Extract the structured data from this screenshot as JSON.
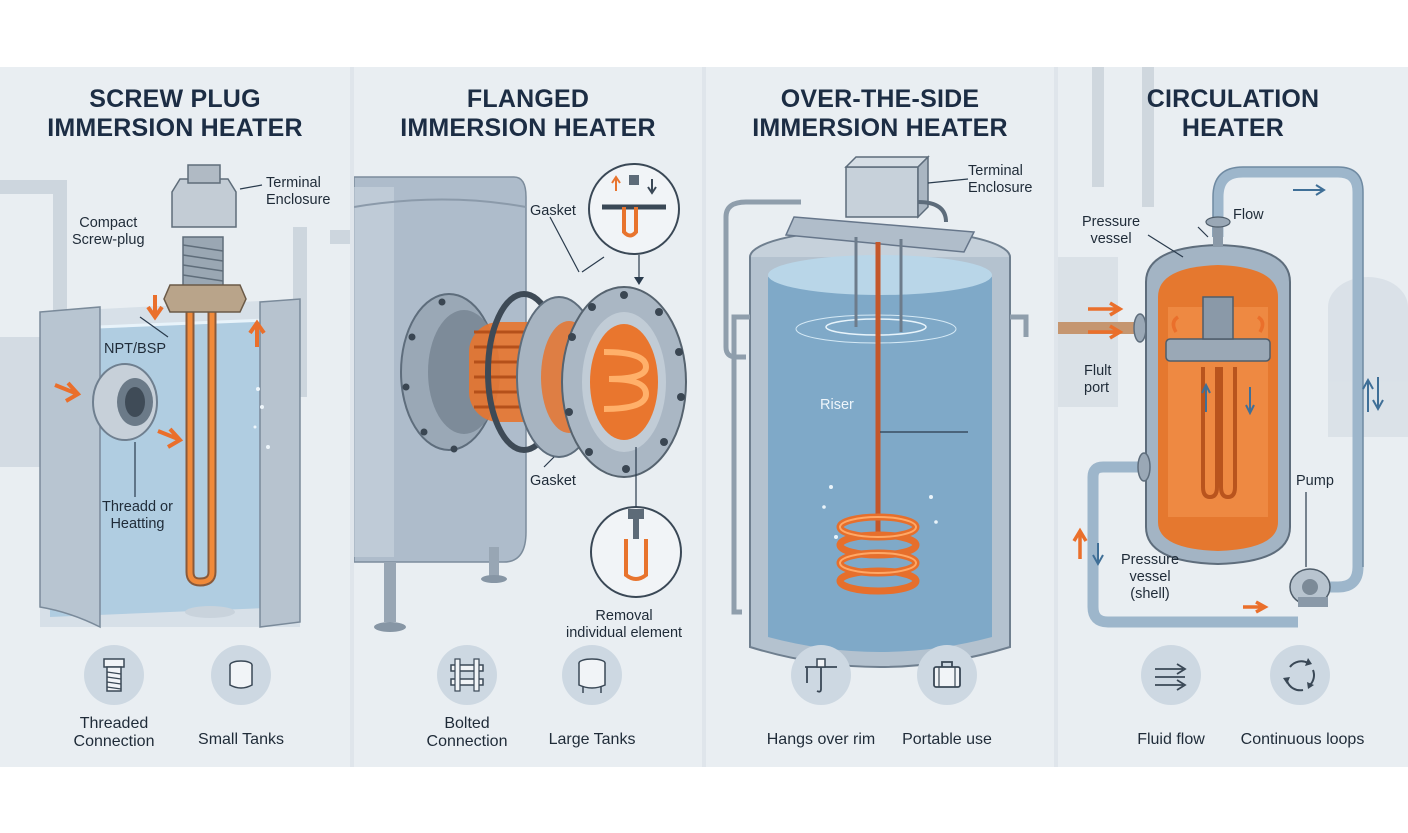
{
  "panels": [
    {
      "title": [
        "SCREW PLUG",
        "IMMERSION HEATER"
      ],
      "labels": {
        "terminal": [
          "Terminal",
          "Enclosure"
        ],
        "compact": [
          "Compact",
          "Screw-plug"
        ],
        "npt": "NPT/BSP",
        "thread": [
          "Threadd or",
          "Heatting"
        ]
      },
      "features": [
        {
          "icon": "threaded-fitting-icon",
          "text": [
            "Threaded",
            "Connection"
          ]
        },
        {
          "icon": "small-tank-icon",
          "text": [
            "Small Tanks"
          ]
        }
      ]
    },
    {
      "title": [
        "FLANGED",
        "IMMERSION HEATER"
      ],
      "labels": {
        "gasket_top": "Gasket",
        "gasket_bottom": "Gasket",
        "removal": [
          "Removal",
          "individual element"
        ]
      },
      "features": [
        {
          "icon": "bolted-flange-icon",
          "text": [
            "Bolted",
            "Connection"
          ]
        },
        {
          "icon": "large-tank-icon",
          "text": [
            "Large Tanks"
          ]
        }
      ]
    },
    {
      "title": [
        "OVER-THE-SIDE",
        "IMMERSION HEATER"
      ],
      "labels": {
        "terminal": [
          "Terminal",
          "Enclosure"
        ],
        "riser": "Riser"
      },
      "features": [
        {
          "icon": "hanging-heater-icon",
          "text": [
            "Hangs over rim"
          ]
        },
        {
          "icon": "suitcase-icon",
          "text": [
            "Portable use"
          ]
        }
      ]
    },
    {
      "title": [
        "CIRCULATION",
        "HEATER"
      ],
      "labels": {
        "pressure": [
          "Pressure",
          "vessel"
        ],
        "flow": "Flow",
        "port": [
          "Flult",
          "port"
        ],
        "pump": "Pump",
        "shell": [
          "Pressure",
          "vessel",
          "(shell)"
        ]
      },
      "features": [
        {
          "icon": "fluid-flow-icon",
          "text": [
            "Fluid flow"
          ]
        },
        {
          "icon": "loop-arrows-icon",
          "text": [
            "Continuous loops"
          ]
        }
      ]
    }
  ],
  "colors": {
    "panel_bg": "#e9eef2",
    "steel": "#a9b8c6",
    "water": "#9fc1d9",
    "heater_glow": "#f07a2a",
    "title": "#1c2d44"
  }
}
